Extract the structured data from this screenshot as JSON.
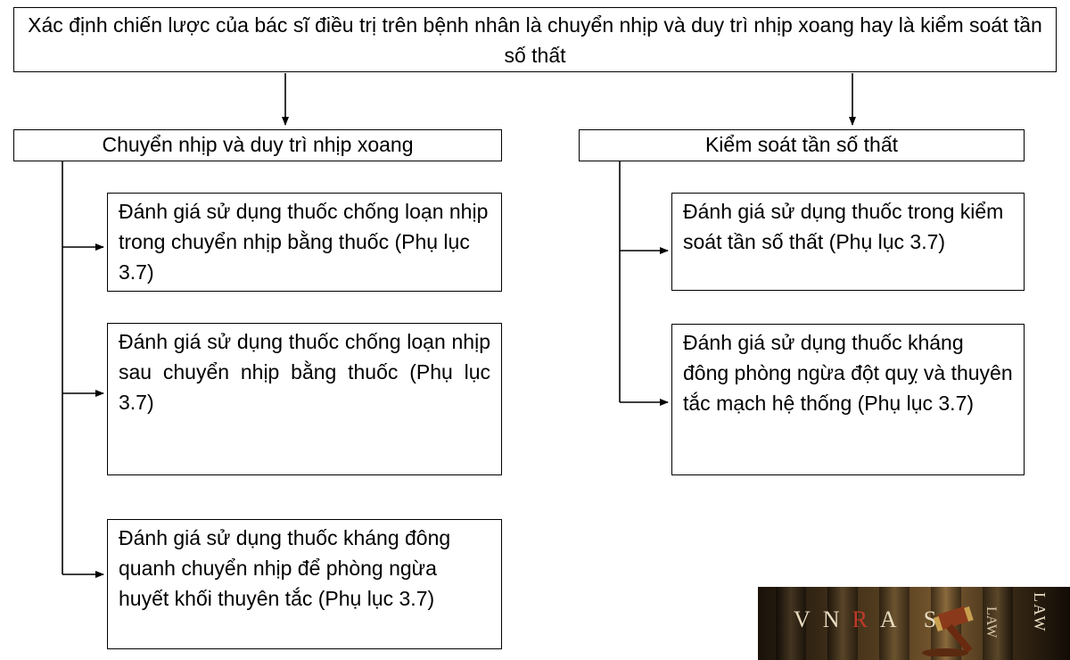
{
  "top_box": {
    "text": "Xác định chiến lược của bác sĩ điều trị trên bệnh nhân là chuyển nhịp và duy trì nhịp xoang hay là kiểm soát tần số thất"
  },
  "left_branch": {
    "header": "Chuyển nhịp và duy trì nhịp xoang",
    "items": [
      "Đánh giá sử dụng thuốc chống loạn nhịp trong chuyển nhịp bằng thuốc (Phụ lục 3.7)",
      "Đánh giá sử dụng thuốc chống loạn nhịp sau chuyển nhịp bằng thuốc (Phụ lục 3.7)",
      "Đánh giá sử dụng thuốc kháng đông quanh chuyển nhịp để phòng ngừa huyết khối thuyên tắc (Phụ lục 3.7)"
    ]
  },
  "right_branch": {
    "header": "Kiểm soát tần số thất",
    "items": [
      "Đánh giá sử dụng thuốc trong kiểm soát tần số thất (Phụ lục 3.7)",
      "Đánh giá sử dụng thuốc kháng đông phòng ngừa đột quỵ và thuyên tắc mạch hệ thống (Phụ lục 3.7)"
    ]
  },
  "watermark": {
    "letters": [
      "V",
      "N",
      "R",
      "A",
      "S"
    ],
    "side_text": "LAW"
  },
  "colors": {
    "line": "#000000",
    "box_border": "#000000",
    "watermark_accent": "#c23a2a"
  }
}
